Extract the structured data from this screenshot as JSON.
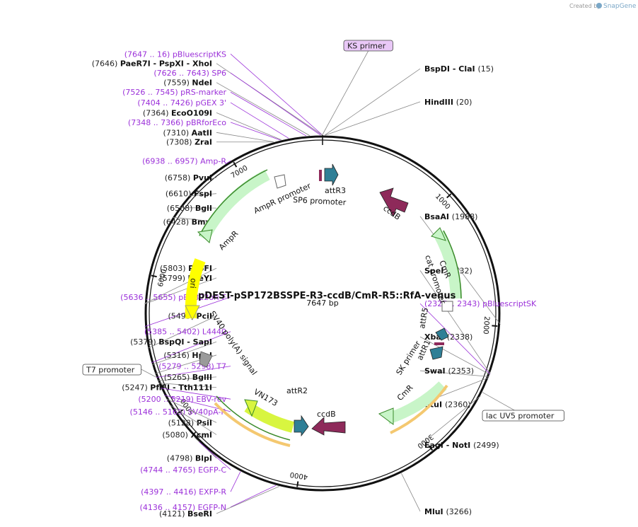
{
  "title": "pDEST-pSP172BSSPE-R3-ccdB/CmR-R5::RfA-venus",
  "size_label": "7647 bp",
  "total_bp": 7647,
  "credit": {
    "prefix": "Created by",
    "brand": "SnapGene"
  },
  "colors": {
    "primer": "#9b30d9",
    "ccdB": "#8e2a5a",
    "att": "#2f7f96",
    "cmr": "#c8f5c8",
    "ori": "#ffff00",
    "vn173": "#d8f540",
    "line": "#111111"
  },
  "ticks": [
    {
      "bp": 1000,
      "label": "1000"
    },
    {
      "bp": 2000,
      "label": "2000"
    },
    {
      "bp": 3000,
      "label": "3000"
    },
    {
      "bp": 4000,
      "label": "4000"
    },
    {
      "bp": 5000,
      "label": "5000"
    },
    {
      "bp": 6000,
      "label": "6000"
    },
    {
      "bp": 7000,
      "label": "7000"
    }
  ],
  "sites": [
    {
      "kind": "primer",
      "coords": "(7647 .. 16)",
      "name": "pBluescriptKS",
      "bp": 7647
    },
    {
      "kind": "enzyme",
      "pos": "(7646)",
      "name": "PaeR7I - PspXI - XhoI",
      "bp": 7646
    },
    {
      "kind": "primer",
      "coords": "(7626 .. 7643)",
      "name": "SP6",
      "bp": 7634
    },
    {
      "kind": "enzyme",
      "pos": "(7559)",
      "name": "NdeI",
      "bp": 7559
    },
    {
      "kind": "primer",
      "coords": "(7526 .. 7545)",
      "name": "pRS-marker",
      "bp": 7535
    },
    {
      "kind": "primer",
      "coords": "(7404 .. 7426)",
      "name": "pGEX 3'",
      "bp": 7415
    },
    {
      "kind": "enzyme",
      "pos": "(7364)",
      "name": "EcoO109I",
      "bp": 7364
    },
    {
      "kind": "primer",
      "coords": "(7348 .. 7366)",
      "name": "pBRforEco",
      "bp": 7357
    },
    {
      "kind": "enzyme",
      "pos": "(7310)",
      "name": "AatII",
      "bp": 7310
    },
    {
      "kind": "enzyme",
      "pos": "(7308)",
      "name": "ZraI",
      "bp": 7308
    },
    {
      "kind": "primer",
      "coords": "(6938 .. 6957)",
      "name": "Amp-R",
      "bp": 6947
    },
    {
      "kind": "enzyme",
      "pos": "(6758)",
      "name": "PvuI",
      "bp": 6758
    },
    {
      "kind": "enzyme",
      "pos": "(6610)",
      "name": "FspI",
      "bp": 6610
    },
    {
      "kind": "enzyme",
      "pos": "(6508)",
      "name": "BglI",
      "bp": 6508
    },
    {
      "kind": "enzyme",
      "pos": "(6428)",
      "name": "BmrI",
      "bp": 6428
    },
    {
      "kind": "enzyme",
      "pos": "(5803)",
      "name": "PspFI",
      "bp": 5803
    },
    {
      "kind": "enzyme",
      "pos": "(5799)",
      "name": "BseYI",
      "bp": 5799
    },
    {
      "kind": "primer",
      "coords": "(5636 .. 5655)",
      "name": "pBR322ori-F",
      "bp": 5645
    },
    {
      "kind": "enzyme",
      "pos": "(5495)",
      "name": "PciI",
      "bp": 5495
    },
    {
      "kind": "primer",
      "coords": "(5385 .. 5402)",
      "name": "L4440",
      "bp": 5393
    },
    {
      "kind": "enzyme",
      "pos": "(5379)",
      "name": "BspQI - SapI",
      "bp": 5379
    },
    {
      "kind": "enzyme",
      "pos": "(5316)",
      "name": "HpaI",
      "bp": 5316
    },
    {
      "kind": "primer",
      "coords": "(5279 .. 5298)",
      "name": "T7",
      "bp": 5288
    },
    {
      "kind": "enzyme",
      "pos": "(5265)",
      "name": "BglII",
      "bp": 5265
    },
    {
      "kind": "enzyme",
      "pos": "(5247)",
      "name": "PflFI - Tth111I",
      "bp": 5247
    },
    {
      "kind": "primer",
      "coords": "(5200 .. 5219)",
      "name": "EBV-rev",
      "bp": 5209
    },
    {
      "kind": "primer",
      "coords": "(5146 .. 5165)",
      "name": "SV40pA-R",
      "bp": 5155
    },
    {
      "kind": "enzyme",
      "pos": "(5128)",
      "name": "PsiI",
      "bp": 5128
    },
    {
      "kind": "enzyme",
      "pos": "(5080)",
      "name": "XcmI",
      "bp": 5080
    },
    {
      "kind": "enzyme",
      "pos": "(4798)",
      "name": "BlpI",
      "bp": 4798
    },
    {
      "kind": "primer",
      "coords": "(4744 .. 4765)",
      "name": "EGFP-C",
      "bp": 4754
    },
    {
      "kind": "primer",
      "coords": "(4397 .. 4416)",
      "name": "EXFP-R",
      "bp": 4406
    },
    {
      "kind": "primer",
      "coords": "(4136 .. 4157)",
      "name": "EGFP-N",
      "bp": 4146
    },
    {
      "kind": "enzyme",
      "pos": "(4121)",
      "name": "BseRI",
      "bp": 4121
    },
    {
      "kind": "enzyme",
      "pos": "(3266)",
      "name": "MluI",
      "bp": 3266
    },
    {
      "kind": "enzyme",
      "pos": "(2499)",
      "name": "EagI - NotI",
      "bp": 2499
    },
    {
      "kind": "enzyme",
      "pos": "(2360)",
      "name": "StuI",
      "bp": 2360
    },
    {
      "kind": "enzyme",
      "pos": "(2353)",
      "name": "SwaI",
      "bp": 2353
    },
    {
      "kind": "primer",
      "coords": "(2327 .. 2343)",
      "name": "pBluescriptSK",
      "bp": 2335
    },
    {
      "kind": "enzyme",
      "pos": "(2338)",
      "name": "XbaI",
      "bp": 2338
    },
    {
      "kind": "enzyme",
      "pos": "(2332)",
      "name": "SpeI",
      "bp": 2332
    },
    {
      "kind": "enzyme",
      "pos": "(1988)",
      "name": "BsaAI",
      "bp": 1988
    },
    {
      "kind": "enzyme",
      "pos": "(15)",
      "name": "BspDI - ClaI",
      "bp": 15
    },
    {
      "kind": "enzyme",
      "pos": "(20)",
      "name": "HindIII",
      "bp": 20
    }
  ],
  "boxed_labels": [
    {
      "name": "KS primer",
      "bp": 7645,
      "style": "primer"
    },
    {
      "name": "T7 promoter",
      "bp": 5290,
      "style": "plain"
    },
    {
      "name": "lac UV5 promoter",
      "bp": 2470,
      "style": "plain"
    }
  ],
  "features": [
    {
      "name": "ccdB",
      "kind": "ccdB"
    },
    {
      "name": "CmR",
      "kind": "cmr"
    },
    {
      "name": "cat promoter",
      "kind": "promoter"
    },
    {
      "name": "attR3",
      "kind": "att"
    },
    {
      "name": "SP6 promoter",
      "kind": "promoter"
    },
    {
      "name": "AmpR promoter",
      "kind": "promoter"
    },
    {
      "name": "AmpR",
      "kind": "cmr"
    },
    {
      "name": "ori",
      "kind": "ori"
    },
    {
      "name": "SV40 poly(A) signal",
      "kind": "polya"
    },
    {
      "name": "VN173",
      "kind": "vn173"
    },
    {
      "name": "attR2",
      "kind": "att"
    },
    {
      "name": "ccdB",
      "kind": "ccdB"
    },
    {
      "name": "CmR",
      "kind": "cmr"
    },
    {
      "name": "SK primer",
      "kind": "primer"
    },
    {
      "name": "attR1",
      "kind": "att"
    },
    {
      "name": "attR5",
      "kind": "att"
    }
  ]
}
